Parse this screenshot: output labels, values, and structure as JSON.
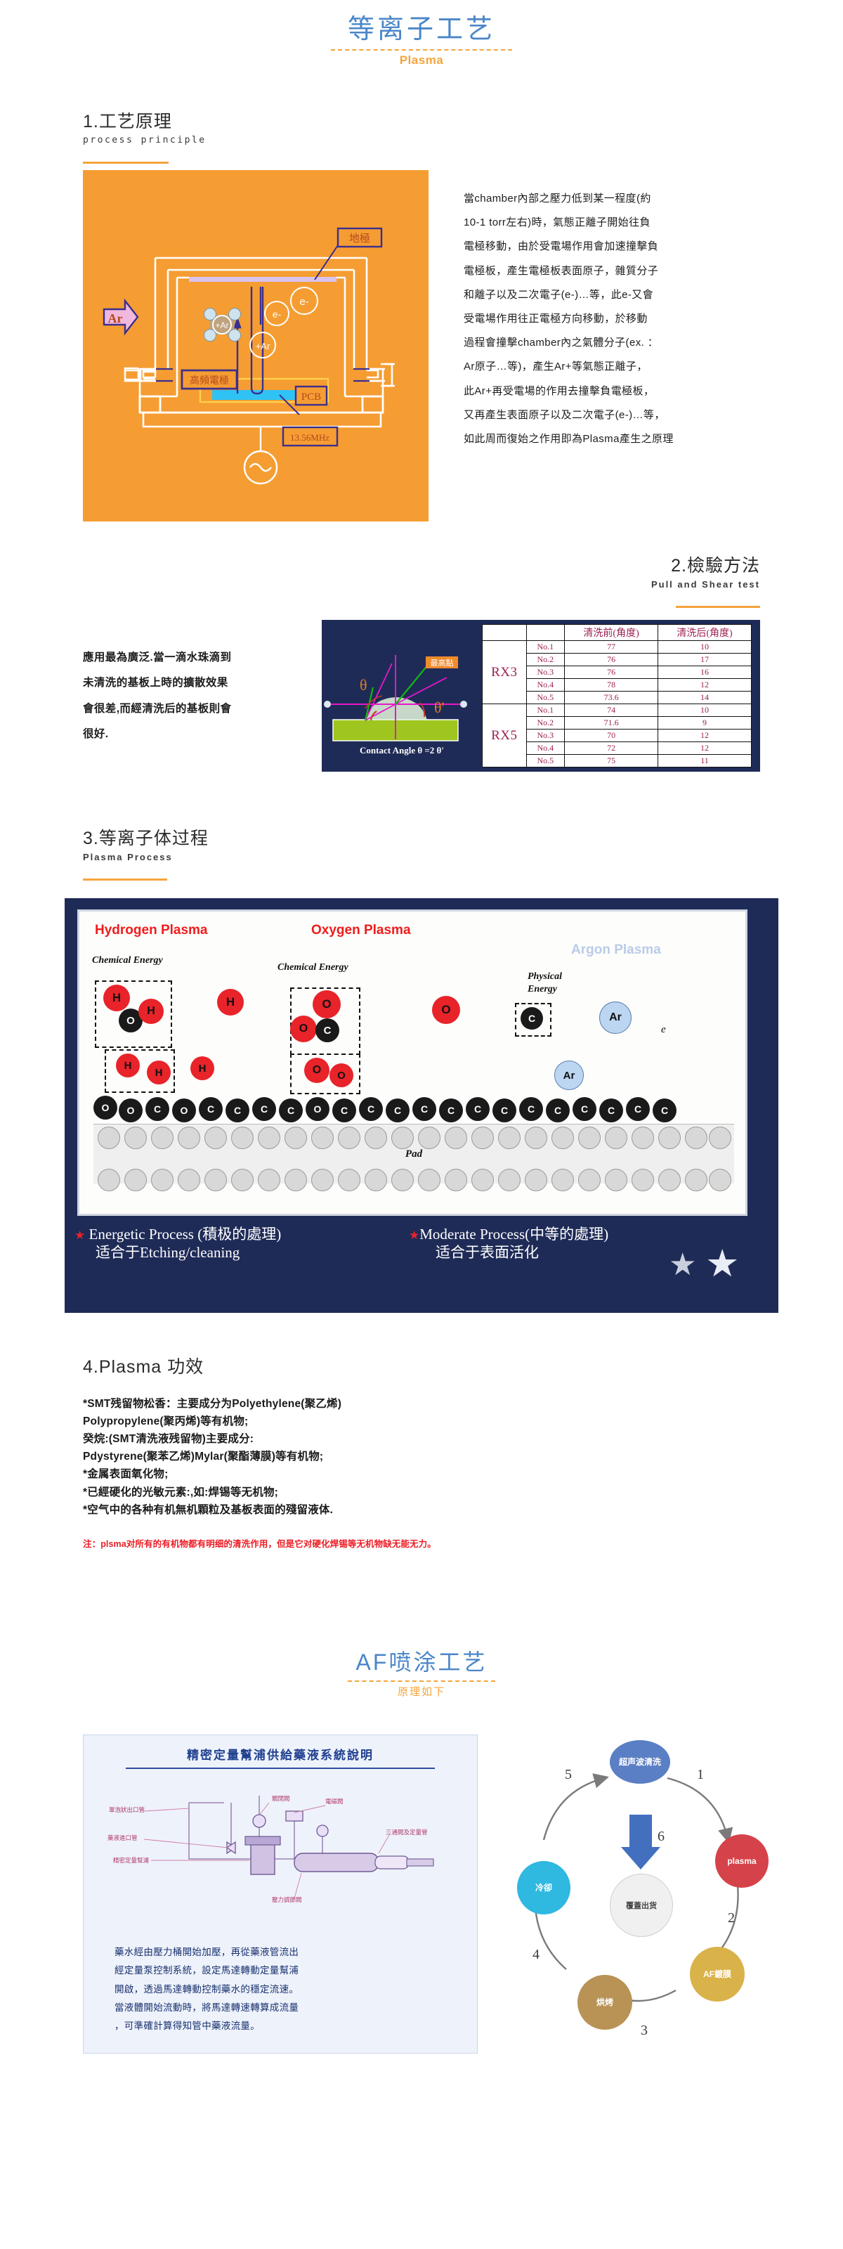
{
  "header": {
    "title_cn": "等离子工艺",
    "title_en": "Plasma"
  },
  "section1": {
    "heading_cn": "1.工艺原理",
    "heading_en": "process principle",
    "diagram": {
      "label_ground": "地極",
      "label_gas": "Ar",
      "label_electrode": "高頻電極",
      "label_pcb": "PCB",
      "label_freq": "13.56MHz",
      "label_electron1": "e-",
      "label_electron2": "e-",
      "label_ion1": "+Ar",
      "label_ion2": "+Ar"
    },
    "paragraph_lines": [
      "當chamber內部之壓力低到某一程度(約",
      "10-1 torr左右)時，氣態正離子開始往負",
      "電極移動，由於受電場作用會加速撞擊負",
      "電極板，產生電極板表面原子，雜質分子",
      "和離子以及二次電子(e-)…等，此e-又會",
      "受電場作用往正電極方向移動，於移動",
      "過程會撞擊chamber內之氣體分子(ex. ：",
      "Ar原子…等)，產生Ar+等氣態正離子，",
      "此Ar+再受電場的作用去撞擊負電極板，",
      "又再產生表面原子以及二次電子(e-)…等，",
      "如此周而復始之作用即為Plasma產生之原理"
    ]
  },
  "section2": {
    "heading_cn": "2.檢驗方法",
    "heading_en": "Pull and Shear test",
    "paragraph_lines": [
      "應用最為廣泛.當一滴水珠滴到",
      "未清洗的基板上時的擴散效果",
      "會很差,而經清洗后的基板則會",
      "很好."
    ],
    "diagram": {
      "label_peak": "最高點",
      "theta": "θ",
      "theta_prime": "θ'",
      "caption": "Contact Angle θ =2 θ'"
    },
    "table": {
      "col_headers": [
        "",
        "",
        "清洗前(角度)",
        "清洗后(角度)"
      ],
      "groups": [
        {
          "name": "RX3",
          "rows": [
            {
              "no": "No.1",
              "before": "77",
              "after": "10"
            },
            {
              "no": "No.2",
              "before": "76",
              "after": "17"
            },
            {
              "no": "No.3",
              "before": "76",
              "after": "16"
            },
            {
              "no": "No.4",
              "before": "78",
              "after": "12"
            },
            {
              "no": "No.5",
              "before": "73.6",
              "after": "14"
            }
          ]
        },
        {
          "name": "RX5",
          "rows": [
            {
              "no": "No.1",
              "before": "74",
              "after": "10"
            },
            {
              "no": "No.2",
              "before": "71.6",
              "after": "9"
            },
            {
              "no": "No.3",
              "before": "70",
              "after": "12"
            },
            {
              "no": "No.4",
              "before": "72",
              "after": "12"
            },
            {
              "no": "No.5",
              "before": "75",
              "after": "11"
            }
          ]
        }
      ]
    }
  },
  "section3": {
    "heading_cn": "3.等离子体过程",
    "heading_en": "Plasma Process",
    "diagram": {
      "title_hydrogen": "Hydrogen Plasma",
      "title_oxygen": "Oxygen Plasma",
      "title_argon": "Argon Plasma",
      "energy_chem1": "Chemical Energy",
      "energy_chem2": "Chemical Energy",
      "energy_phys": "Physical Energy",
      "atom_h": "H",
      "atom_o": "O",
      "atom_c": "C",
      "atom_ar": "Ar",
      "atom_e": "e",
      "label_pad": "Pad"
    },
    "banner": {
      "left_line1": "Energetic Process (積极的處理)",
      "left_line2": "适合于Etching/cleaning",
      "right_line1": "Moderate Process(中等的處理)",
      "right_line2": "适合于表面活化",
      "star": "★"
    }
  },
  "section4": {
    "heading": "4.Plasma 功效",
    "bullets": [
      "*SMT残留物松香：主要成分为Polyethylene(聚乙烯)",
      "Polypropylene(聚丙烯)等有机物;",
      "癸烷:(SMT清洗液残留物)主要成分:",
      "Pdystyrene(聚苯乙烯)Mylar(聚酯薄膜)等有机物;",
      "*金属表面氧化物;",
      "*已經硬化的光敏元素:,如:焊锡等无机物;",
      "*空气中的各种有机無机顆粒及基板表面的殘留液体."
    ],
    "note": "注：plsma对所有的有机物都有明细的清洗作用，但是它对硬化焊锡等无机物缺无能无力。"
  },
  "af": {
    "title_cn": "AF喷涂工艺",
    "title_en": "原理如下",
    "pump": {
      "heading": "精密定量幫浦供給藥液系統說明",
      "caption_labels": [
        "單泡狀出口管",
        "藥液進口管",
        "關閉閥",
        "電磁閥",
        "精密定量幫浦",
        "三通閥及定量管",
        "壓力調節閥"
      ],
      "text_lines": [
        "藥水經由壓力桶開始加壓，再從藥液管流出",
        "經定量泵控制系統，設定馬達轉動定量幫浦",
        "開啟，透過馬達轉動控制藥水的穩定流速。",
        "當液體開始流動時，將馬達轉速轉算成流量",
        "，可準確計算得知管中藥液流量。"
      ]
    },
    "cycle": {
      "nodes": [
        {
          "num": "1",
          "label": "plasma",
          "color": "#d6424a"
        },
        {
          "num": "2",
          "label": "AF鍍膜",
          "color": "#d9b24a"
        },
        {
          "num": "3",
          "label": "烘烤",
          "color": "#b89355"
        },
        {
          "num": "4",
          "label": "冷卻",
          "color": "#2fb8e0"
        },
        {
          "num": "5",
          "label": "超声波清洗",
          "color": "#5b7fc4"
        },
        {
          "num": "6",
          "label": "覆蓋出货",
          "color": "#f0f0f0"
        }
      ]
    }
  }
}
